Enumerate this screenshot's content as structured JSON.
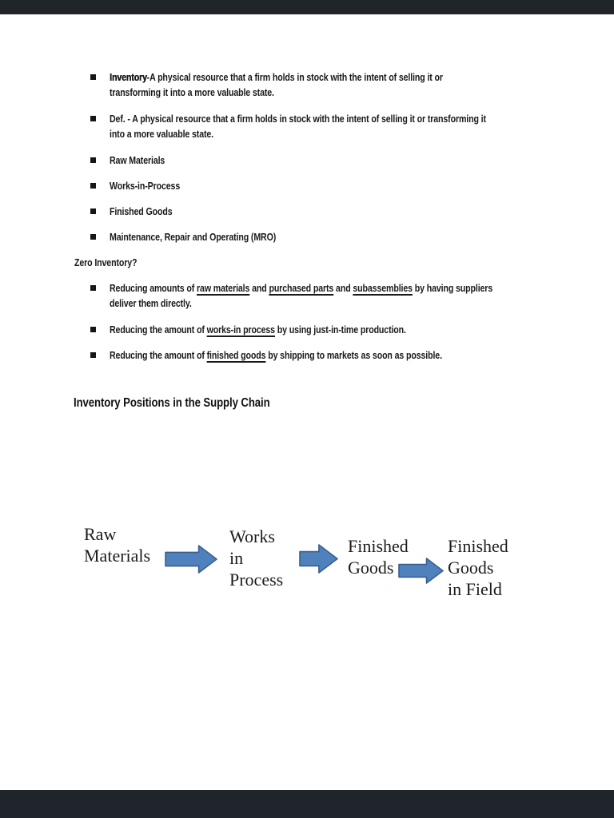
{
  "colors": {
    "page_bg": "#ffffff",
    "viewer_chrome": "#20252b",
    "body_text": "#1a1a1a",
    "arrow_fill": "#4f81bd",
    "arrow_stroke": "#3a5f8e"
  },
  "bullets_top": [
    {
      "lines": [
        [
          {
            "t": "Inventory",
            "b": true
          },
          {
            "t": "-A physical resource that a firm holds in stock with the intent of selling it or"
          }
        ],
        [
          {
            "t": "transforming it into a more valuable state."
          }
        ]
      ]
    },
    {
      "lines": [
        [
          {
            "t": "Def. - A physical resource that a firm holds in stock with the intent of selling it or transforming it"
          }
        ],
        [
          {
            "t": "into a more valuable state."
          }
        ]
      ]
    },
    {
      "lines": [
        [
          {
            "t": "Raw Materials"
          }
        ]
      ]
    },
    {
      "lines": [
        [
          {
            "t": "Works-in-Process"
          }
        ]
      ]
    },
    {
      "lines": [
        [
          {
            "t": "Finished Goods"
          }
        ]
      ]
    },
    {
      "lines": [
        [
          {
            "t": "Maintenance, Repair and Operating (MRO)"
          }
        ]
      ]
    }
  ],
  "zero_heading": "Zero Inventory?",
  "bullets_zero": [
    {
      "lines": [
        [
          {
            "t": "Reducing amounts of "
          },
          {
            "t": "raw materials",
            "u": true
          },
          {
            "t": " and "
          },
          {
            "t": "purchased parts",
            "u": true
          },
          {
            "t": " and "
          },
          {
            "t": "subassemblies",
            "u": true
          },
          {
            "t": " by having suppliers"
          }
        ],
        [
          {
            "t": "deliver them directly."
          }
        ]
      ]
    },
    {
      "lines": [
        [
          {
            "t": "Reducing the amount of "
          },
          {
            "t": "works-in process",
            "u": true
          },
          {
            "t": " by using just-in-time production."
          }
        ]
      ]
    },
    {
      "lines": [
        [
          {
            "t": "Reducing the amount of "
          },
          {
            "t": "finished goods",
            "u": true
          },
          {
            "t": " by shipping to markets as soon as possible."
          }
        ]
      ]
    }
  ],
  "section_heading": "Inventory Positions in the Supply Chain",
  "diagram": {
    "text_color": "#1c1c1c",
    "arrow_icon": "right-block-arrow-icon",
    "arrow_fill": "#4f81bd",
    "arrow_stroke": "#3a5f8e",
    "nodes": [
      {
        "id": "raw-materials",
        "lines": [
          "Raw",
          "Materials"
        ]
      },
      {
        "id": "works-in-process",
        "lines": [
          "Works",
          "in",
          "Process"
        ]
      },
      {
        "id": "finished-goods",
        "lines": [
          "Finished",
          "Goods"
        ]
      },
      {
        "id": "finished-goods-in-field",
        "lines": [
          "Finished",
          "Goods",
          "in Field"
        ]
      }
    ]
  }
}
